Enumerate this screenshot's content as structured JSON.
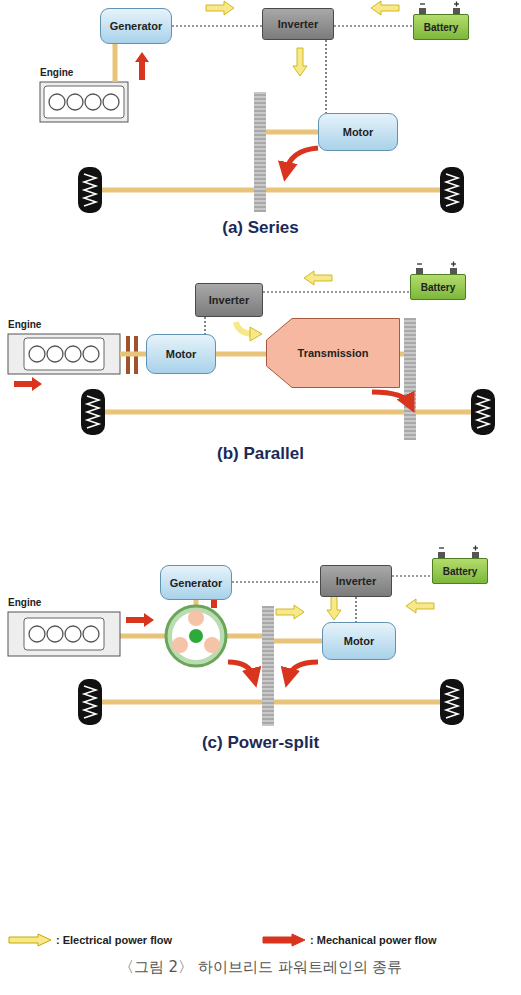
{
  "diagram": {
    "caption": "〈그림 2〉 하이브리드 파워트레인의 종류",
    "nodes": [
      {
        "text": [
          "Generator"
        ]
      },
      {
        "text": [
          "Inverter"
        ]
      },
      {
        "text": [
          "Battery"
        ]
      },
      {
        "text": [
          "Engine"
        ]
      },
      {
        "text": [
          "Motor"
        ]
      },
      {
        "text": [
          "Inverter"
        ]
      },
      {
        "text": [
          "Battery"
        ]
      },
      {
        "text": [
          "Engine"
        ]
      },
      {
        "text": [
          "Motor"
        ]
      },
      {
        "text": [
          "Transmission"
        ]
      },
      {
        "text": [
          "Generator"
        ]
      },
      {
        "text": [
          "Inverter"
        ]
      },
      {
        "text": [
          "Battery"
        ]
      },
      {
        "text": [
          "Engine"
        ]
      },
      {
        "text": [
          "Motor"
        ]
      }
    ],
    "edges": [
      {
        "from": 3,
        "to": 0,
        "arrow": "none"
      },
      {
        "from": 0,
        "to": 1,
        "arrow": "none"
      },
      {
        "from": 1,
        "to": 2,
        "arrow": "none"
      },
      {
        "from": 1,
        "to": 4,
        "arrow": "none"
      },
      {
        "from": 5,
        "to": 6,
        "arrow": "none"
      },
      {
        "from": 5,
        "to": 8,
        "arrow": "none"
      },
      {
        "from": 7,
        "to": 8,
        "arrow": "none"
      },
      {
        "from": 8,
        "to": 9,
        "arrow": "none"
      },
      {
        "from": 10,
        "to": 11,
        "arrow": "none"
      },
      {
        "from": 11,
        "to": 12,
        "arrow": "none"
      },
      {
        "from": 11,
        "to": 14,
        "arrow": "none"
      }
    ],
    "labels": [
      "(a) Series",
      "(b) Parallel",
      "(c) Power-split"
    ],
    "legend": [
      {
        "text": ": Electrical power flow",
        "color": "#f7e98a"
      },
      {
        "text": ": Mechanical power flow",
        "color": "#d8341e"
      }
    ]
  }
}
